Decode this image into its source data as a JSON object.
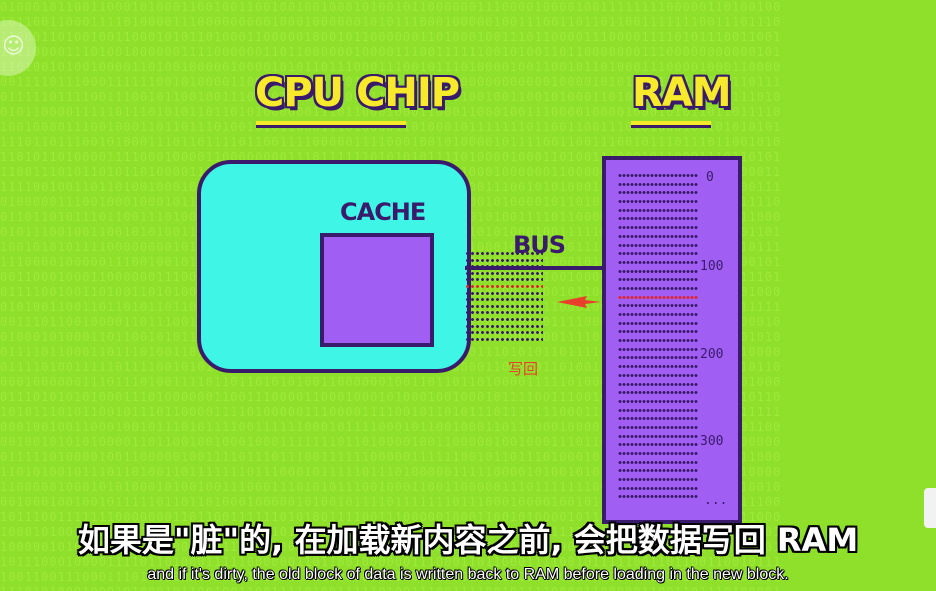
{
  "diagram": {
    "cpu_title": "CPU CHIP",
    "ram_title": "RAM",
    "cache_label": "CACHE",
    "bus_label": "BUS",
    "writeback_label": "写回",
    "ram_addresses": [
      "0",
      "100",
      "200",
      "300",
      "..."
    ]
  },
  "subtitles": {
    "chinese": "如果是\"脏\"的, 在加载新内容之前, 会把数据写回 RAM",
    "english": "and if it's dirty, the old block of data is written back to RAM before loading in the new block."
  },
  "colors": {
    "background": "#8fe02a",
    "cpu_chip": "#3ef5e6",
    "cache_and_ram": "#a15ef2",
    "outline": "#3a1a6b",
    "title": "#f6ea2a",
    "dirty_highlight": "#e0232d"
  },
  "icons": {
    "logo": "channel-logo-icon",
    "arrow": "red-arrow-icon"
  }
}
